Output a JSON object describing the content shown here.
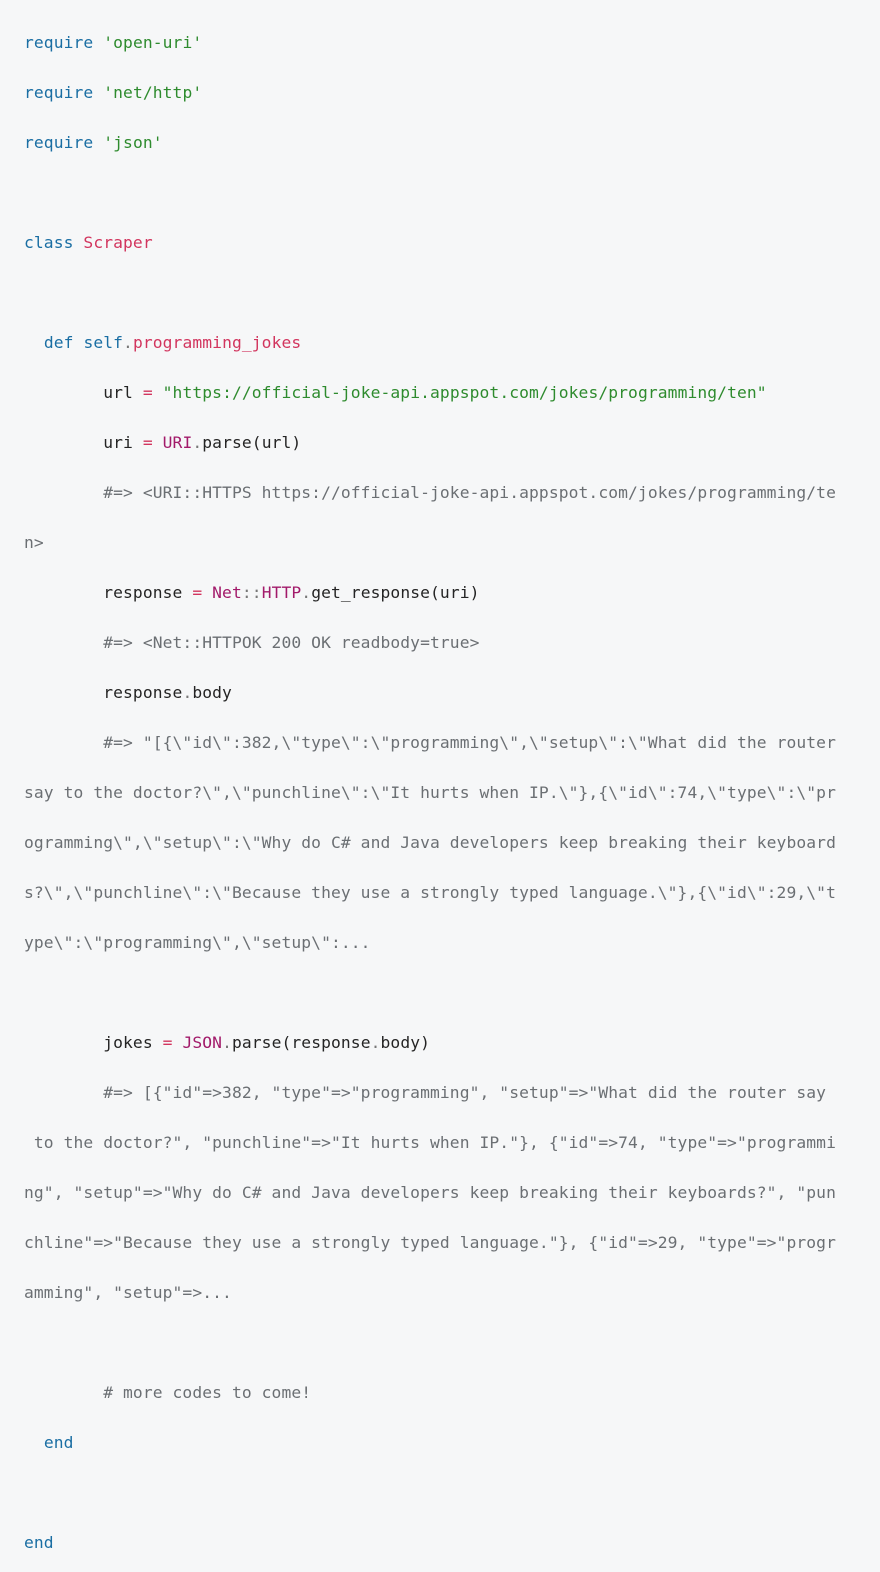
{
  "code": {
    "requires": [
      {
        "keyword": "require",
        "module": "'open-uri'"
      },
      {
        "keyword": "require",
        "module": "'net/http'"
      },
      {
        "keyword": "require",
        "module": "'json'"
      }
    ],
    "class_keyword": "class",
    "class_name": "Scraper",
    "def_keyword": "def",
    "method_receiver": "self",
    "method_sep": ".",
    "method_name": "programming_jokes",
    "url_var": "url",
    "eq": "=",
    "url_string": "\"https://official-joke-api.appspot.com/jokes/programming/ten\"",
    "uri_var": "uri",
    "uri_const": "URI",
    "uri_call_sep": ".",
    "uri_call": "parse(url)",
    "comment_uri_1": "#=> <URI::HTTPS https://official-joke-api.appspot.com/jokes/programming/te",
    "comment_uri_2": "n>",
    "response_var": "response",
    "net_const": "Net",
    "double_colon": "::",
    "http_const": "HTTP",
    "get_call_sep": ".",
    "get_call": "get_response(uri)",
    "comment_httpok": "#=> <Net::HTTPOK 200 OK readbody=true>",
    "body_obj": "response",
    "body_sep": ".",
    "body_prop": "body",
    "comment_body_1": "#=> \"[{\\\"id\\\":382,\\\"type\\\":\\\"programming\\\",\\\"setup\\\":\\\"What did the router",
    "comment_body_2": "say to the doctor?\\\",\\\"punchline\\\":\\\"It hurts when IP.\\\"},{\\\"id\\\":74,\\\"type\\\":\\\"pr",
    "comment_body_3": "ogramming\\\",\\\"setup\\\":\\\"Why do C# and Java developers keep breaking their keyboard",
    "comment_body_4": "s?\\\",\\\"punchline\\\":\\\"Because they use a strongly typed language.\\\"},{\\\"id\\\":29,\\\"t",
    "comment_body_5": "ype\\\":\\\"programming\\\",\\\"setup\\\":...",
    "jokes_var": "jokes",
    "json_const": "JSON",
    "json_call_sep": ".",
    "json_call_open": "parse(",
    "json_arg_obj": "response",
    "json_arg_sep": ".",
    "json_arg_prop": "body",
    "json_call_close": ")",
    "comment_jokes_1": "#=> [{\"id\"=>382, \"type\"=>\"programming\", \"setup\"=>\"What did the router say",
    "comment_jokes_2": " to the doctor?\", \"punchline\"=>\"It hurts when IP.\"}, {\"id\"=>74, \"type\"=>\"programmi",
    "comment_jokes_3": "ng\", \"setup\"=>\"Why do C# and Java developers keep breaking their keyboards?\", \"pun",
    "comment_jokes_4": "chline\"=>\"Because they use a strongly typed language.\"}, {\"id\"=>29, \"type\"=>\"progr",
    "comment_jokes_5": "amming\", \"setup\"=>...",
    "comment_more": "# more codes to come!",
    "end_method": "end",
    "end_class": "end"
  },
  "colors": {
    "background": "#f6f7f8",
    "keyword": "#1a6ea3",
    "string": "#2e8b2e",
    "name": "#d2355e",
    "constant": "#a21a6a",
    "comment": "#6b6f73"
  }
}
